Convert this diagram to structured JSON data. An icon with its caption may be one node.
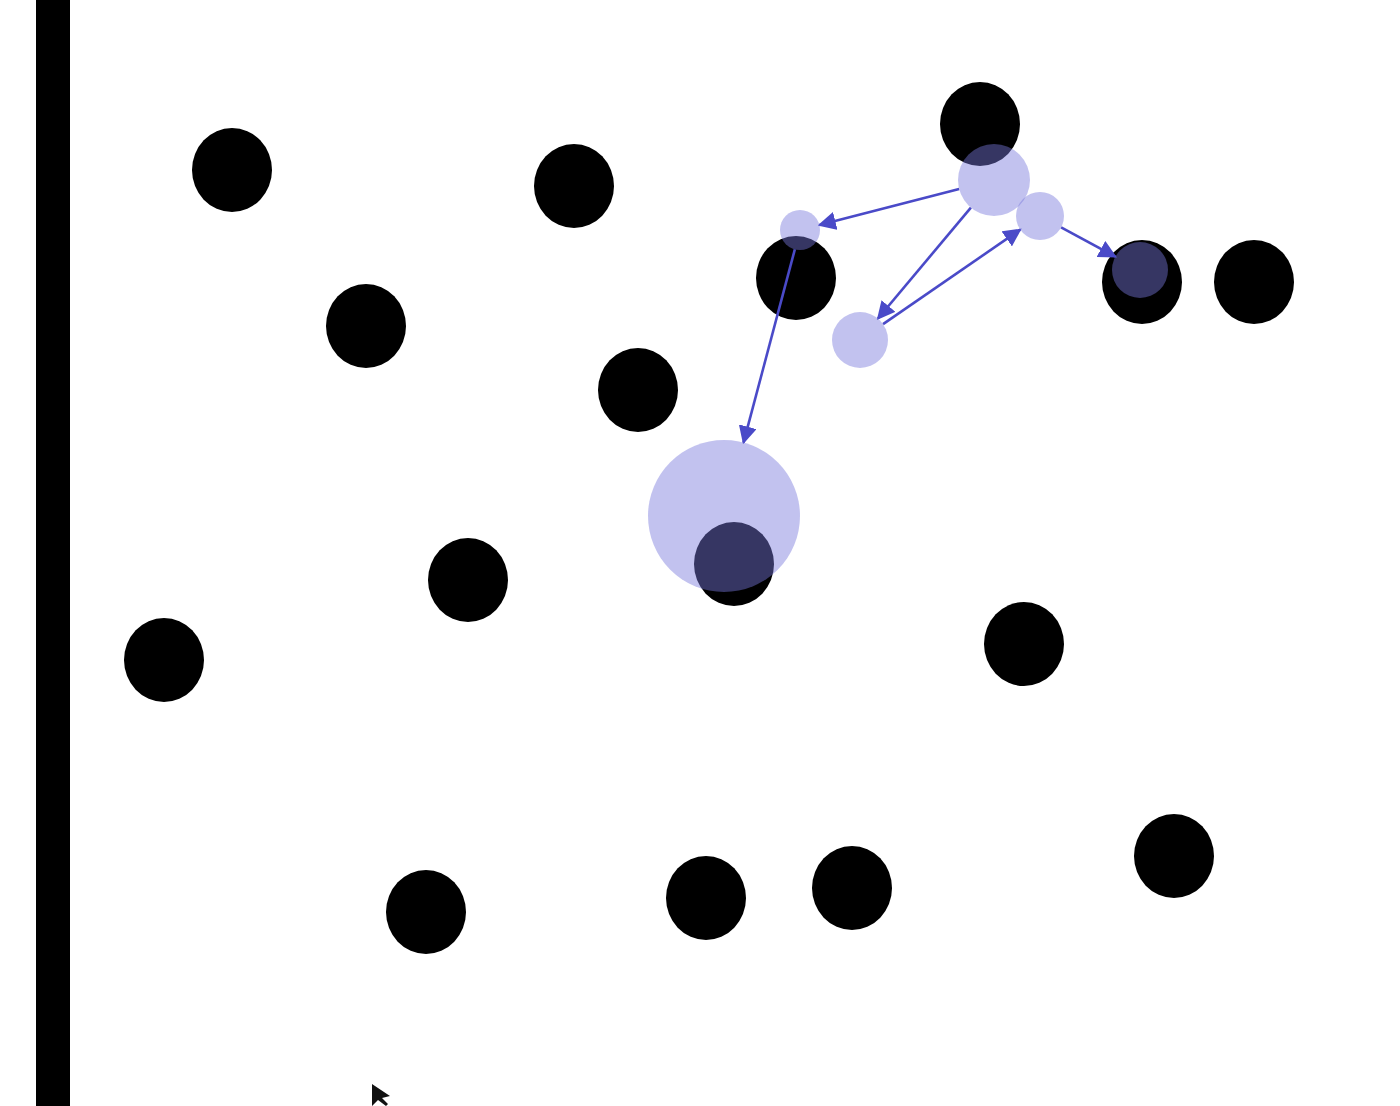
{
  "diagram": {
    "nodes": [
      {
        "text": [],
        "shape": "circle"
      },
      {
        "text": [],
        "shape": "circle"
      },
      {
        "text": [],
        "shape": "circle"
      },
      {
        "text": [],
        "shape": "circle"
      },
      {
        "text": [],
        "shape": "circle"
      },
      {
        "text": [],
        "shape": "circle"
      }
    ],
    "edges": [
      {
        "from": 1,
        "to": 0,
        "arrow": "to"
      },
      {
        "from": 2,
        "to": 1,
        "arrow": "to"
      },
      {
        "from": 2,
        "to": 3,
        "arrow": "to"
      },
      {
        "from": 3,
        "to": 4,
        "arrow": "to"
      },
      {
        "from": 4,
        "to": 5,
        "arrow": "to"
      }
    ]
  }
}
